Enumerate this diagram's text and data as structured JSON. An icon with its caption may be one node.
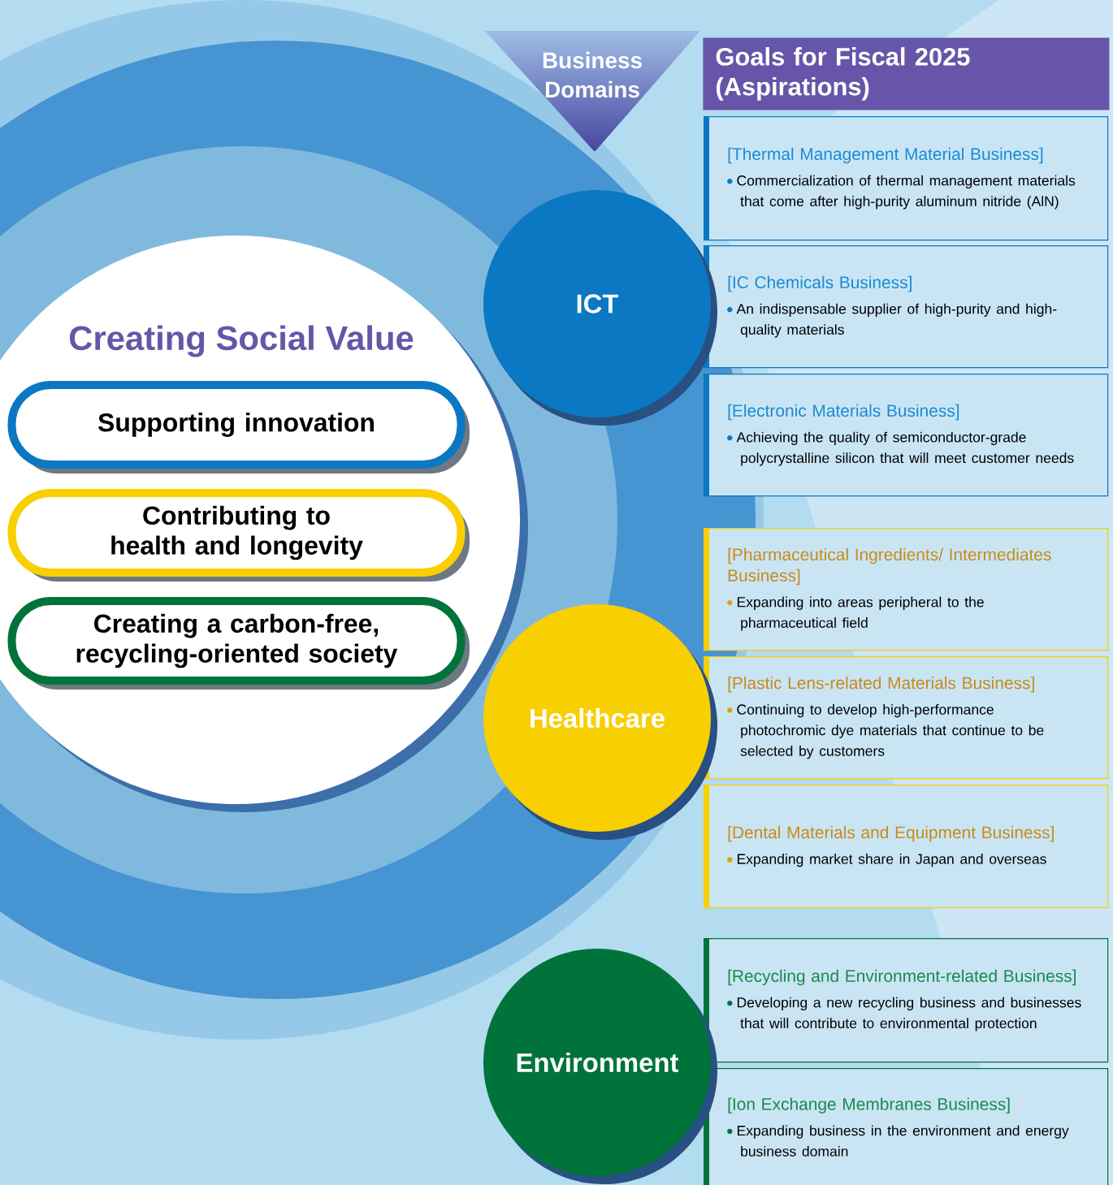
{
  "diagram": {
    "nodes": [
      {
        "text": [
          "Creating Social Value"
        ]
      },
      {
        "text": [
          "Supporting innovation"
        ],
        "in": 0
      },
      {
        "text": [
          "Contributing to health and longevity"
        ],
        "in": 0
      },
      {
        "text": [
          "Creating a carbon-free, recycling-oriented society"
        ],
        "in": 0
      },
      {
        "text": [
          "Business Domains"
        ]
      },
      {
        "text": [
          "Goals for Fiscal 2025 (Aspirations)"
        ]
      },
      {
        "text": [
          "ICT"
        ]
      },
      {
        "text": [
          "Healthcare"
        ]
      },
      {
        "text": [
          "Environment"
        ]
      },
      {
        "text": [
          "[Thermal Management Material Business]",
          "Commercialization of thermal management materials that come after high-purity aluminum nitride (AlN)"
        ]
      },
      {
        "text": [
          "[IC Chemicals Business]",
          "An indispensable supplier of high-purity and high-quality materials"
        ]
      },
      {
        "text": [
          "[Electronic Materials Business]",
          "Achieving the quality of semiconductor-grade polycrystalline silicon that will meet customer needs"
        ]
      },
      {
        "text": [
          "[Pharmaceutical Ingredients/ Intermediates Business]",
          "Expanding into areas peripheral to the pharmaceutical field"
        ]
      },
      {
        "text": [
          "[Plastic Lens-related Materials Business]",
          "Continuing to develop high-performance photochromic dye materials that continue to be selected by customers"
        ]
      },
      {
        "text": [
          "[Dental Materials and Equipment Business]",
          "Expanding market share in Japan and overseas"
        ]
      },
      {
        "text": [
          "[Recycling and Environment-related Business]",
          "Developing a new recycling business and businesses that will contribute to environmental protection"
        ]
      },
      {
        "text": [
          "[Ion Exchange Membranes Business]",
          "Expanding business in the environment and energy business domain"
        ]
      }
    ]
  }
}
